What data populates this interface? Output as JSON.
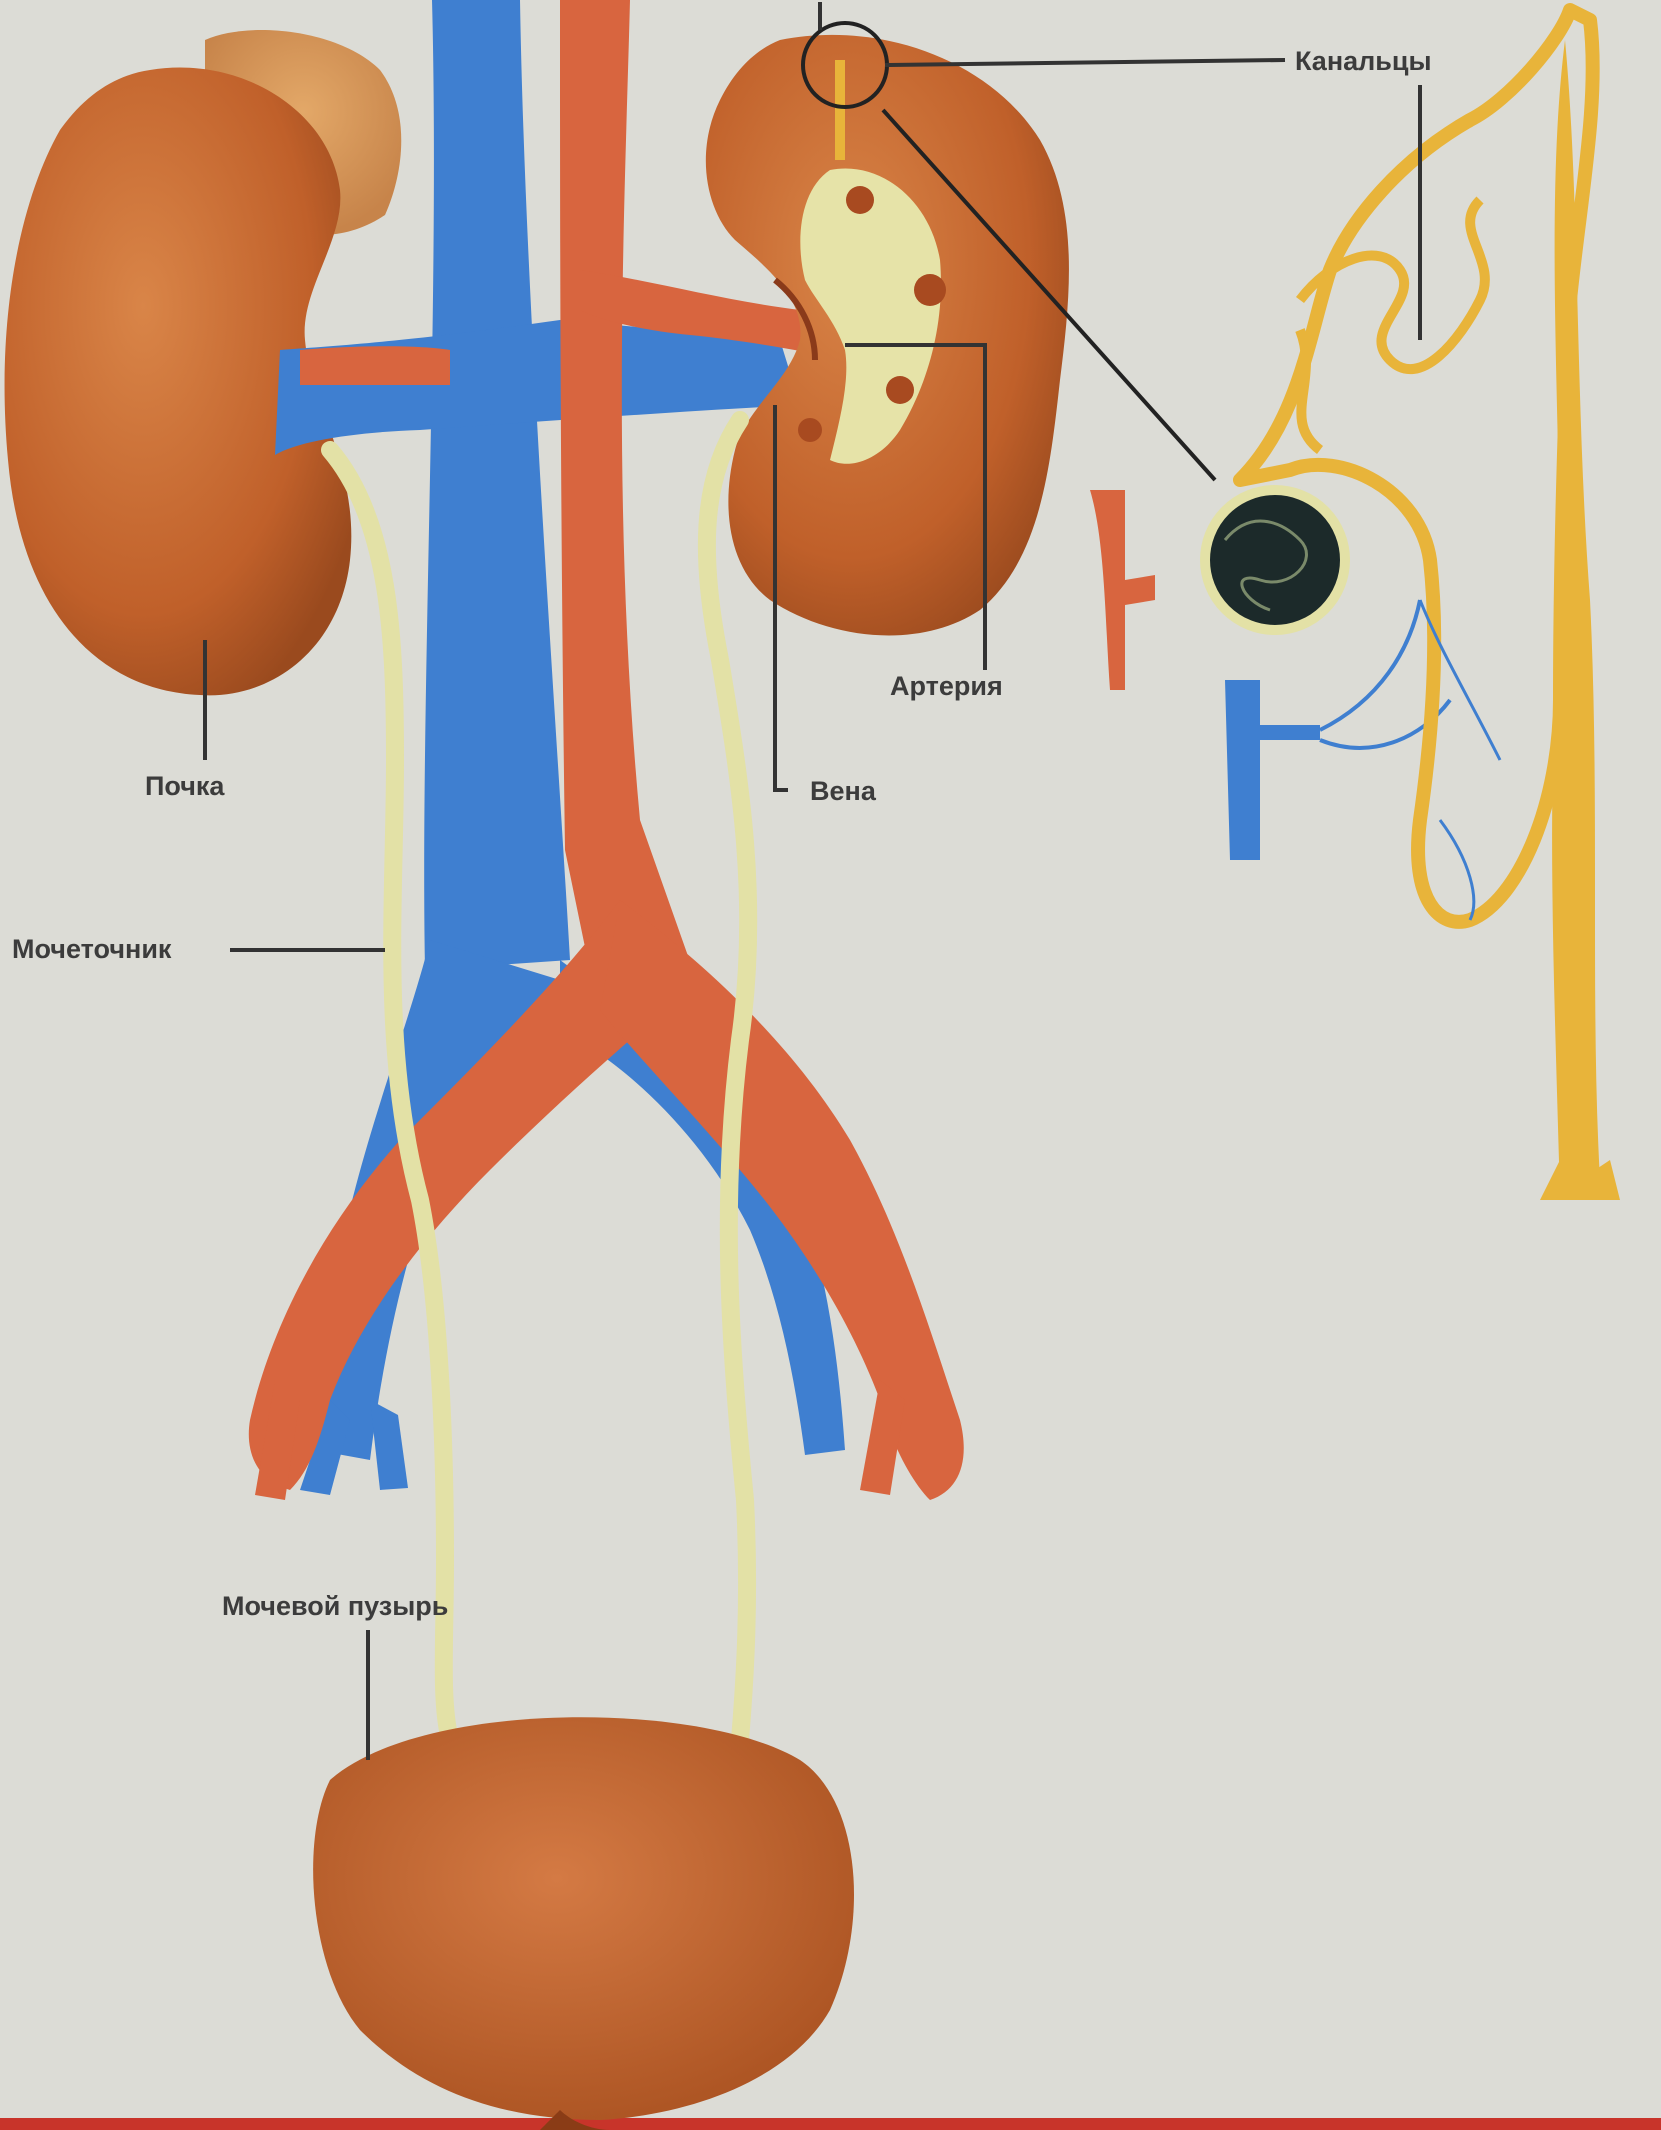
{
  "labels": {
    "kidney": "Почка",
    "ureter": "Мочеточник",
    "bladder": "Мочевой пузырь",
    "artery": "Артерия",
    "vein": "Вена",
    "tubules": "Канальцы"
  },
  "colors": {
    "background": "#dcdcd6",
    "kidney": "#c8642a",
    "vein": "#3f7fd0",
    "artery": "#d8653f",
    "ureter": "#e3e1a6",
    "tubule": "#e8b43a",
    "glomerulus": "#1c2a2a",
    "bottom_band": "#c8342a"
  }
}
